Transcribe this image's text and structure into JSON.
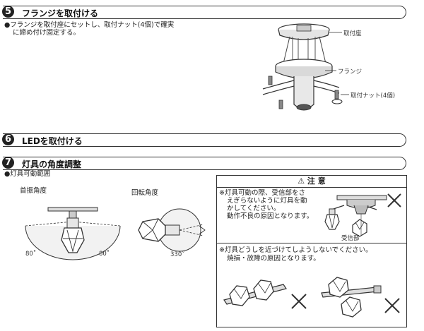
{
  "step5": {
    "number": "5",
    "title": "フランジを取付ける",
    "desc_line1": "●フランジを取付座にセットし、取付ナット(4個)で確実",
    "desc_line2": "に締め付け固定する。",
    "label_mount": "取付座",
    "label_flange": "フランジ",
    "label_nut": "取付ナット(4個)"
  },
  "step6": {
    "number": "6",
    "title": "LEDを取付ける"
  },
  "step7": {
    "number": "7",
    "title": "灯具の角度調整",
    "range_label": "●灯具可動範囲",
    "tilt_label": "首振角度",
    "tilt_left": "80˚",
    "tilt_right": "80˚",
    "rotate_label": "回転角度",
    "rotate_value": "330˚"
  },
  "caution": {
    "title": "注 意",
    "note1_line1": "※灯具可動の際、受信部をさ",
    "note1_line2": "えぎらないように灯具を動",
    "note1_line3": "かしてください。",
    "note1_line4": "動作不良の原因となります。",
    "receiver_label": "受信部",
    "note2_line1": "※灯具どうしを近づけてしようしないでください。",
    "note2_line2": "焼損・故障の原因となります。"
  },
  "colors": {
    "line": "#333333",
    "fill_gray": "#bdbdbd",
    "badge": "#222222"
  }
}
